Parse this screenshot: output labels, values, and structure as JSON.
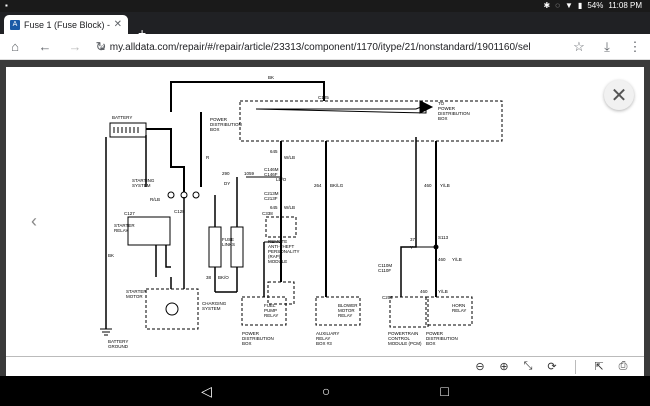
{
  "status": {
    "battery": "54%",
    "time": "11:08 PM"
  },
  "tab": {
    "title": "Fuse 1 (Fuse Block) - A",
    "favicon": "A"
  },
  "toolbar": {
    "url": "my.alldata.com/repair/#/repair/article/23313/component/1170/itype/21/nonstandard/1901160/sel"
  },
  "diagram": {
    "labels": {
      "bk_top": "BK",
      "c125": "C125",
      "to_pdb": "TO\nPOWER\nDISTRIBUTION\nBOX",
      "pdb1": "POWER\nDISTRIBUTION\nBOX",
      "battery": "BATTERY",
      "r1": "R",
      "starting_system": "STARTING\nSYSTEM",
      "rlb": "R/LB",
      "c127": "C127",
      "c128": "C128",
      "starter_relay": "STARTER\nRELAY",
      "w645": "645",
      "wlb": "W/LB",
      "c146m": "C146M\nC146F",
      "ld0": "LB/O",
      "n290": "290",
      "dy": "DY",
      "n1059": "1059",
      "c213": "C213M\nC213F",
      "n645b": "645",
      "wlb2": "W/LB",
      "n264": "264",
      "bklg": "BK/LG",
      "n460": "460",
      "ylb": "Y/LB",
      "c338": "C338",
      "remote": "REMOTE\nANTI-THEFT\nPERSONALITY\n(RAP)\nMODULE",
      "fuse_links": "FUSE\nLINKS",
      "n38": "38",
      "bko": "BK/O",
      "charging": "CHARGING\nSYSTEM",
      "starter_motor": "STARTER\nMOTOR",
      "bk2": "BK",
      "battery_ground": "BATTERY\nGROUND",
      "fuel_pump": "FUEL\nPUMP\nRELAY",
      "pdb2": "POWER\nDISTRIBUTION\nBOX",
      "blower": "BLOWER\nMOTOR\nRELAY",
      "aux": "AUXILIARY\nRELAY\nBOX #3",
      "c110": "C110M\nC110F",
      "n37": "37",
      "y": "Y",
      "s113": "S113",
      "c202": "C202",
      "pcm": "POWERTRAIN\nCONTROL\nMODULE (PCM)",
      "horn": "HORN\nRELAY",
      "pdb3": "POWER\nDISTRIBUTION\nBOX",
      "n460b": "460",
      "ylb2": "Y/LB",
      "n460c": "460",
      "ylb3": "Y/LB"
    }
  }
}
